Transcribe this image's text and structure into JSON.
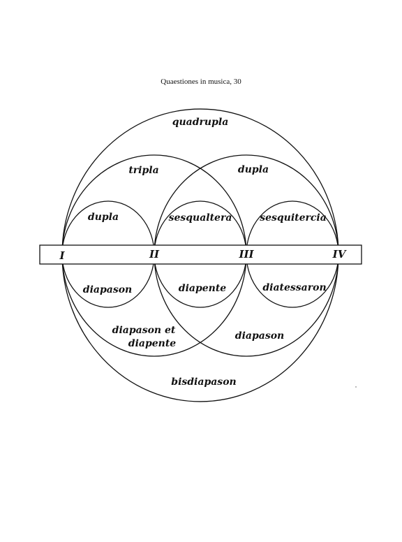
{
  "title": "Quaestiones in musica, 30",
  "points": [
    "I",
    "II",
    "III",
    "IV"
  ],
  "ratios": {
    "quadrupla": "quadrupla",
    "tripla": "tripla",
    "dupla_right": "dupla",
    "dupla_left": "dupla",
    "sesqualtera": "sesqualtera",
    "sesquitercia": "sesquitercia"
  },
  "intervals": {
    "diapason_left": "diapason",
    "diapente": "diapente",
    "diatessaron": "diatessaron",
    "diapason_et_diapente_1": "diapason et",
    "diapason_et_diapente_2": "diapente",
    "diapason_right": "diapason",
    "bisdiapason": "bisdiapason"
  }
}
